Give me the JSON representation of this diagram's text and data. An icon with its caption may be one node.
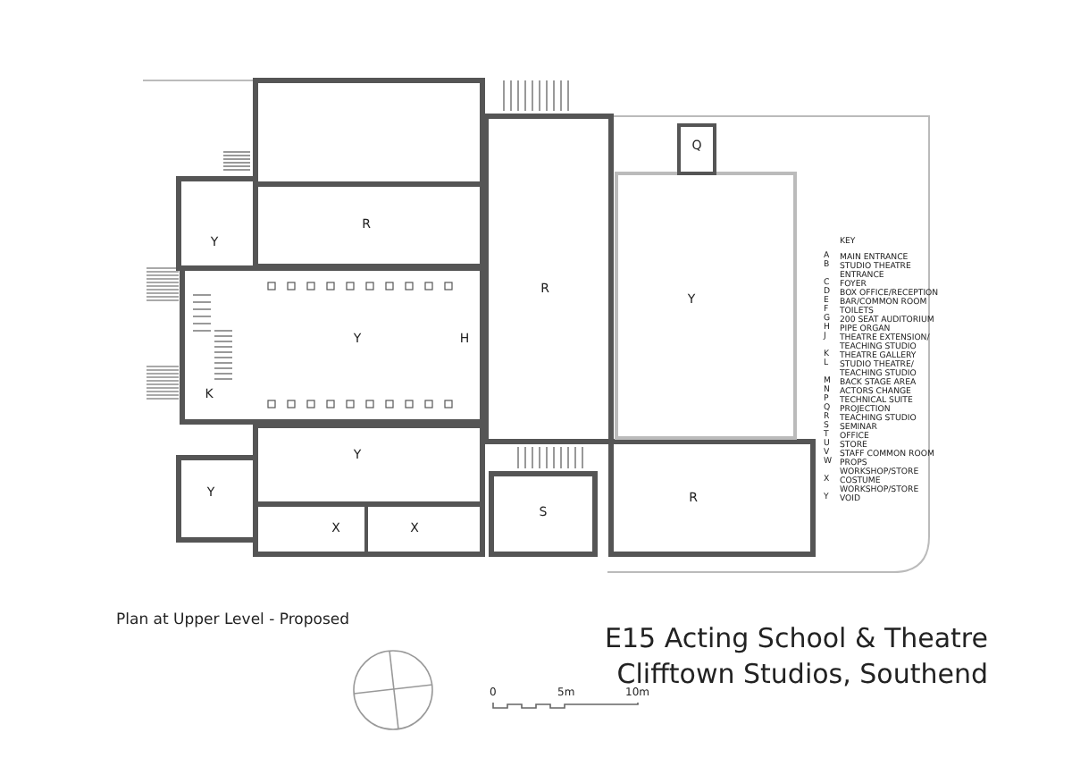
{
  "diagram": {
    "title": "E15 Acting School & Theatre",
    "caption": "Plan at Upper Level - Proposed",
    "labels": [
      "Q",
      "R",
      "Y",
      "R",
      "Y",
      "Y",
      "H",
      "K",
      "Y",
      "Y",
      "R",
      "S",
      "X",
      "X",
      "KEY",
      "A",
      "MAIN ENTRANCE",
      "B",
      "STUDIO THEATRE ENTRANCE",
      "C",
      "FOYER",
      "D",
      "BOX OFFICE/RECEPTION",
      "E",
      "BAR/COMMON ROOM",
      "F",
      "TOILETS",
      "G",
      "200 SEAT AUDITORIUM",
      "H",
      "PIPE ORGAN",
      "J",
      "THEATRE EXTENSION/ TEACHING STUDIO",
      "K",
      "THEATRE GALLERY",
      "L",
      "STUDIO THEATRE/ TEACHING STUDIO",
      "M",
      "BACK STAGE AREA",
      "N",
      "ACTORS CHANGE",
      "P",
      "TECHNICAL SUITE",
      "Q",
      "PROJECTION",
      "R",
      "TEACHING STUDIO",
      "S",
      "SEMINAR",
      "T",
      "OFFICE",
      "U",
      "STORE",
      "V",
      "STAFF COMMON ROOM",
      "W",
      "PROPS WORKSHOP/STORE",
      "X",
      "COSTUME WORKSHOP/STORE",
      "Y",
      "VOID",
      "Clifftown Studios, Southend",
      "0",
      "5m",
      "10m"
    ]
  }
}
